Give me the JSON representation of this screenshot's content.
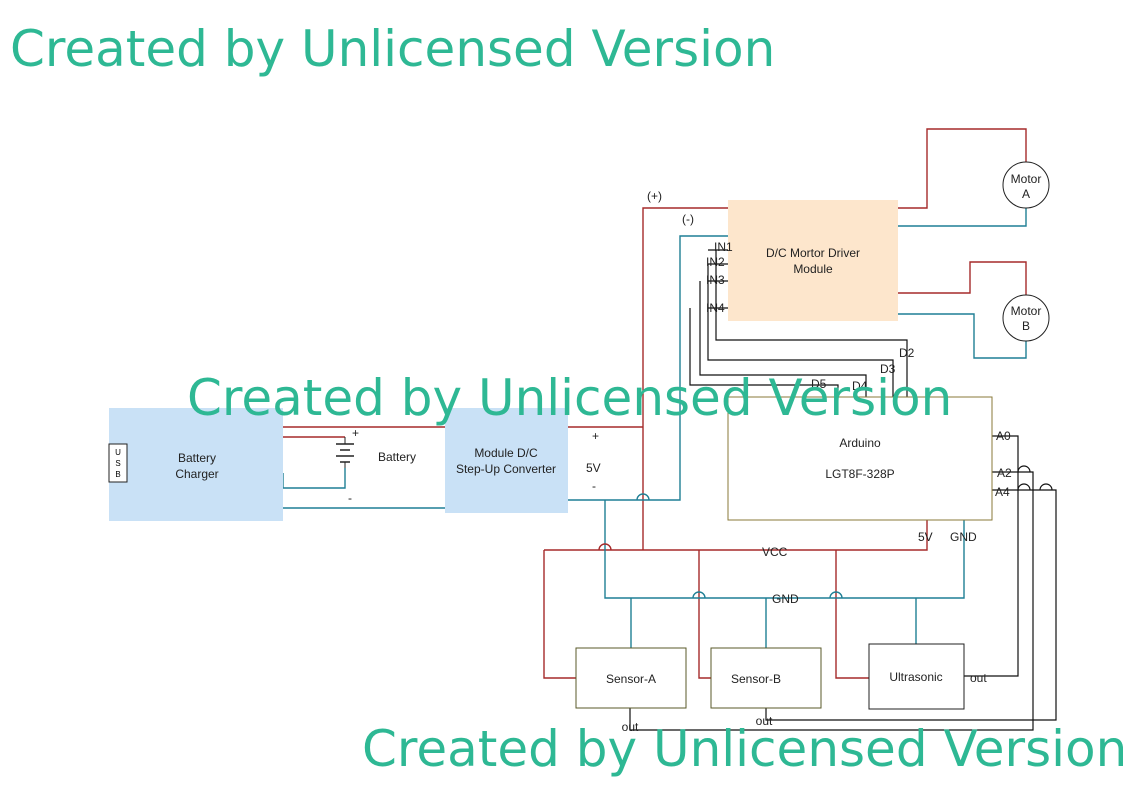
{
  "watermark": {
    "text": "Created by Unlicensed Version"
  },
  "components": {
    "usb": [
      "U",
      "S",
      "B"
    ],
    "battery_charger": [
      "Battery",
      "Charger"
    ],
    "battery": "Battery",
    "battery_plus": "+",
    "battery_minus": "-",
    "step_up": [
      "Module D/C",
      "Step-Up Converter"
    ],
    "step_up_plus": "+",
    "step_up_voltage": "5V",
    "step_up_minus": "-",
    "motor_driver": [
      "D/C Mortor Driver",
      "Module"
    ],
    "motor_a": [
      "Motor",
      "A"
    ],
    "motor_b": [
      "Motor",
      "B"
    ],
    "arduino": [
      "Arduino",
      "LGT8F-328P"
    ],
    "sensor_a": "Sensor-A",
    "sensor_b": "Sensor-B",
    "ultrasonic": "Ultrasonic"
  },
  "pins": {
    "in1": "IN1",
    "in2": "IN2",
    "in3": "IN3",
    "in4": "IN4",
    "d2": "D2",
    "d3": "D3",
    "d4": "D4",
    "d5": "D5",
    "a0": "A0",
    "a2": "A2",
    "a4": "A4",
    "arduino_5v": "5V",
    "arduino_gnd": "GND",
    "sensor_a_out": "out",
    "sensor_b_out": "out",
    "ultrasonic_out": "out"
  },
  "nets": {
    "positive": "(+)",
    "negative": "(-)",
    "vcc": "VCC",
    "gnd": "GND"
  },
  "colors": {
    "positive_wire": "#a52a2a",
    "ground_wire": "#1f7f95",
    "signal_wire": "#111111",
    "power_block_fill": "#c9e1f6",
    "driver_fill": "#fde6cc",
    "watermark": "#2eb894"
  }
}
